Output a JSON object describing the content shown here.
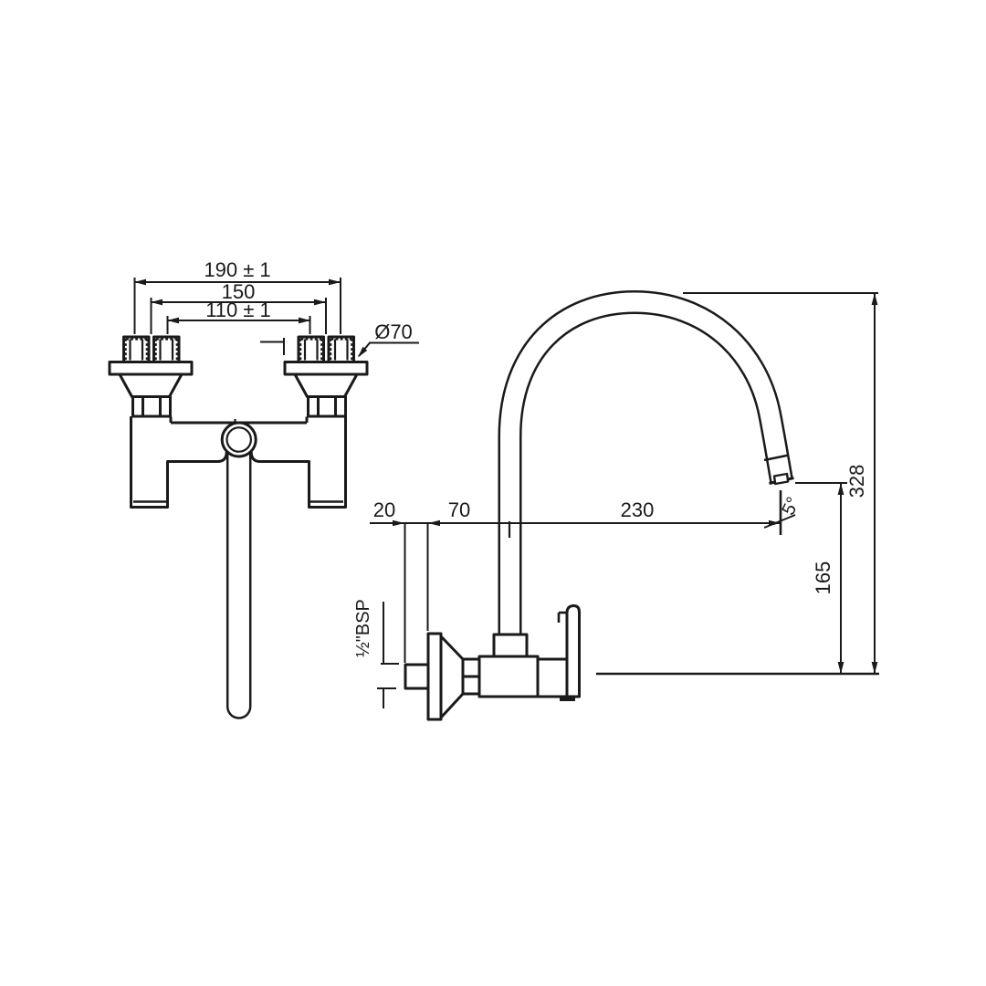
{
  "drawing": {
    "background_color": "#ffffff",
    "line_color": "#1a1a1a",
    "front_view": {
      "dim_overall_width": "190 ± 1",
      "dim_handle_width": "150",
      "dim_inner_width": "110 ± 1",
      "dim_flange_diameter": "Ø70"
    },
    "side_view": {
      "dim_thread_length": "20",
      "dim_wall_to_spout": "70",
      "dim_spout_reach": "230",
      "dim_tip_angle": "5°",
      "dim_overall_height": "328",
      "dim_spout_drop": "165",
      "label_inlet_thread": "½\"BSP"
    }
  }
}
